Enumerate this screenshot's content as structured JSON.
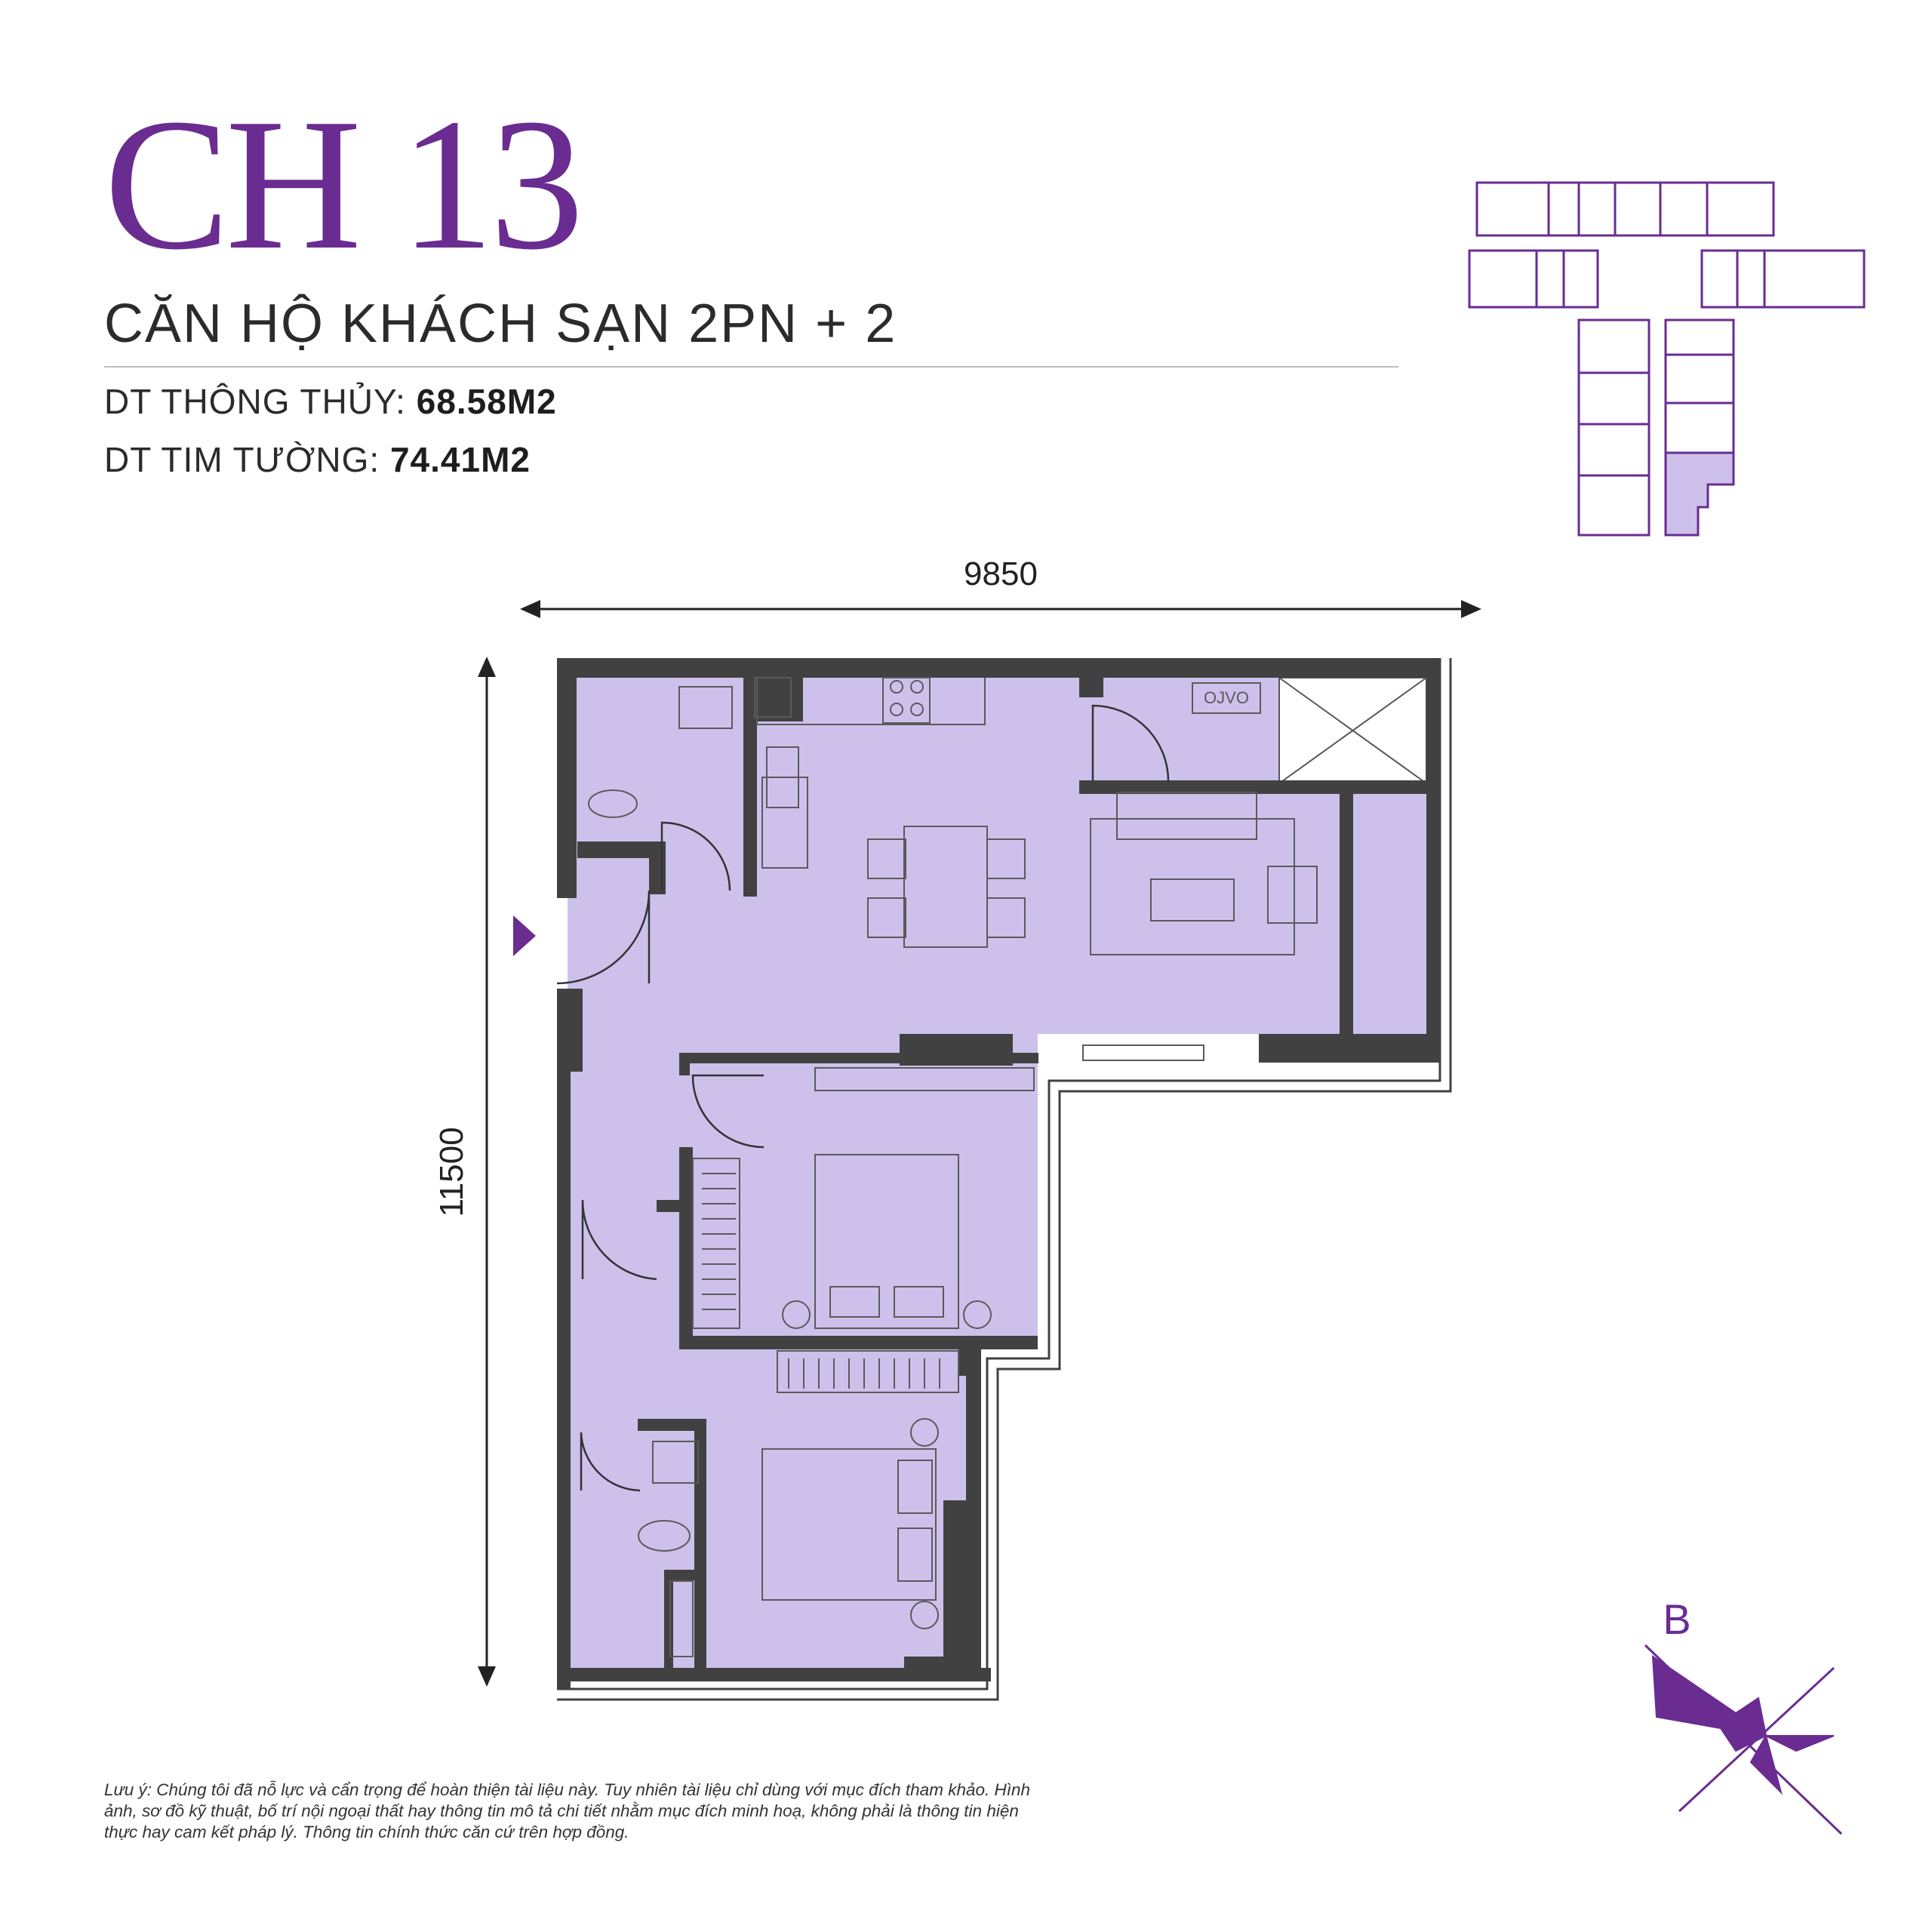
{
  "header": {
    "unit_code": "CH 13",
    "unit_type": "CĂN HỘ KHÁCH SẠN 2PN + 2",
    "net_area_label": "DT THÔNG THỦY:",
    "net_area_value": "68.58M2",
    "gross_area_label": "DT TIM TƯỜNG:",
    "gross_area_value": "74.41M2"
  },
  "dimensions": {
    "width": "9850",
    "height": "11500"
  },
  "tower_label": "B",
  "disclaimer": "Lưu ý: Chúng tôi đã nỗ lực và cẩn trọng để hoàn thiện tài liệu này. Tuy nhiên tài liệu chỉ dùng với mục đích tham khảo. Hình ảnh, sơ đồ kỹ thuật, bố trí nội ngoại thất hay thông tin mô tả chi tiết nhằm mục đích minh hoạ, không phải là thông tin hiện thực hay cam kết pháp lý. Thông tin chính thức căn cứ trên hợp đồng.",
  "appliance_label": "OJVO",
  "colors": {
    "brand_purple": "#6a2c91",
    "room_fill": "#cdc1ec",
    "wall": "#414141",
    "highlight_unit": "#cdc1ec"
  }
}
